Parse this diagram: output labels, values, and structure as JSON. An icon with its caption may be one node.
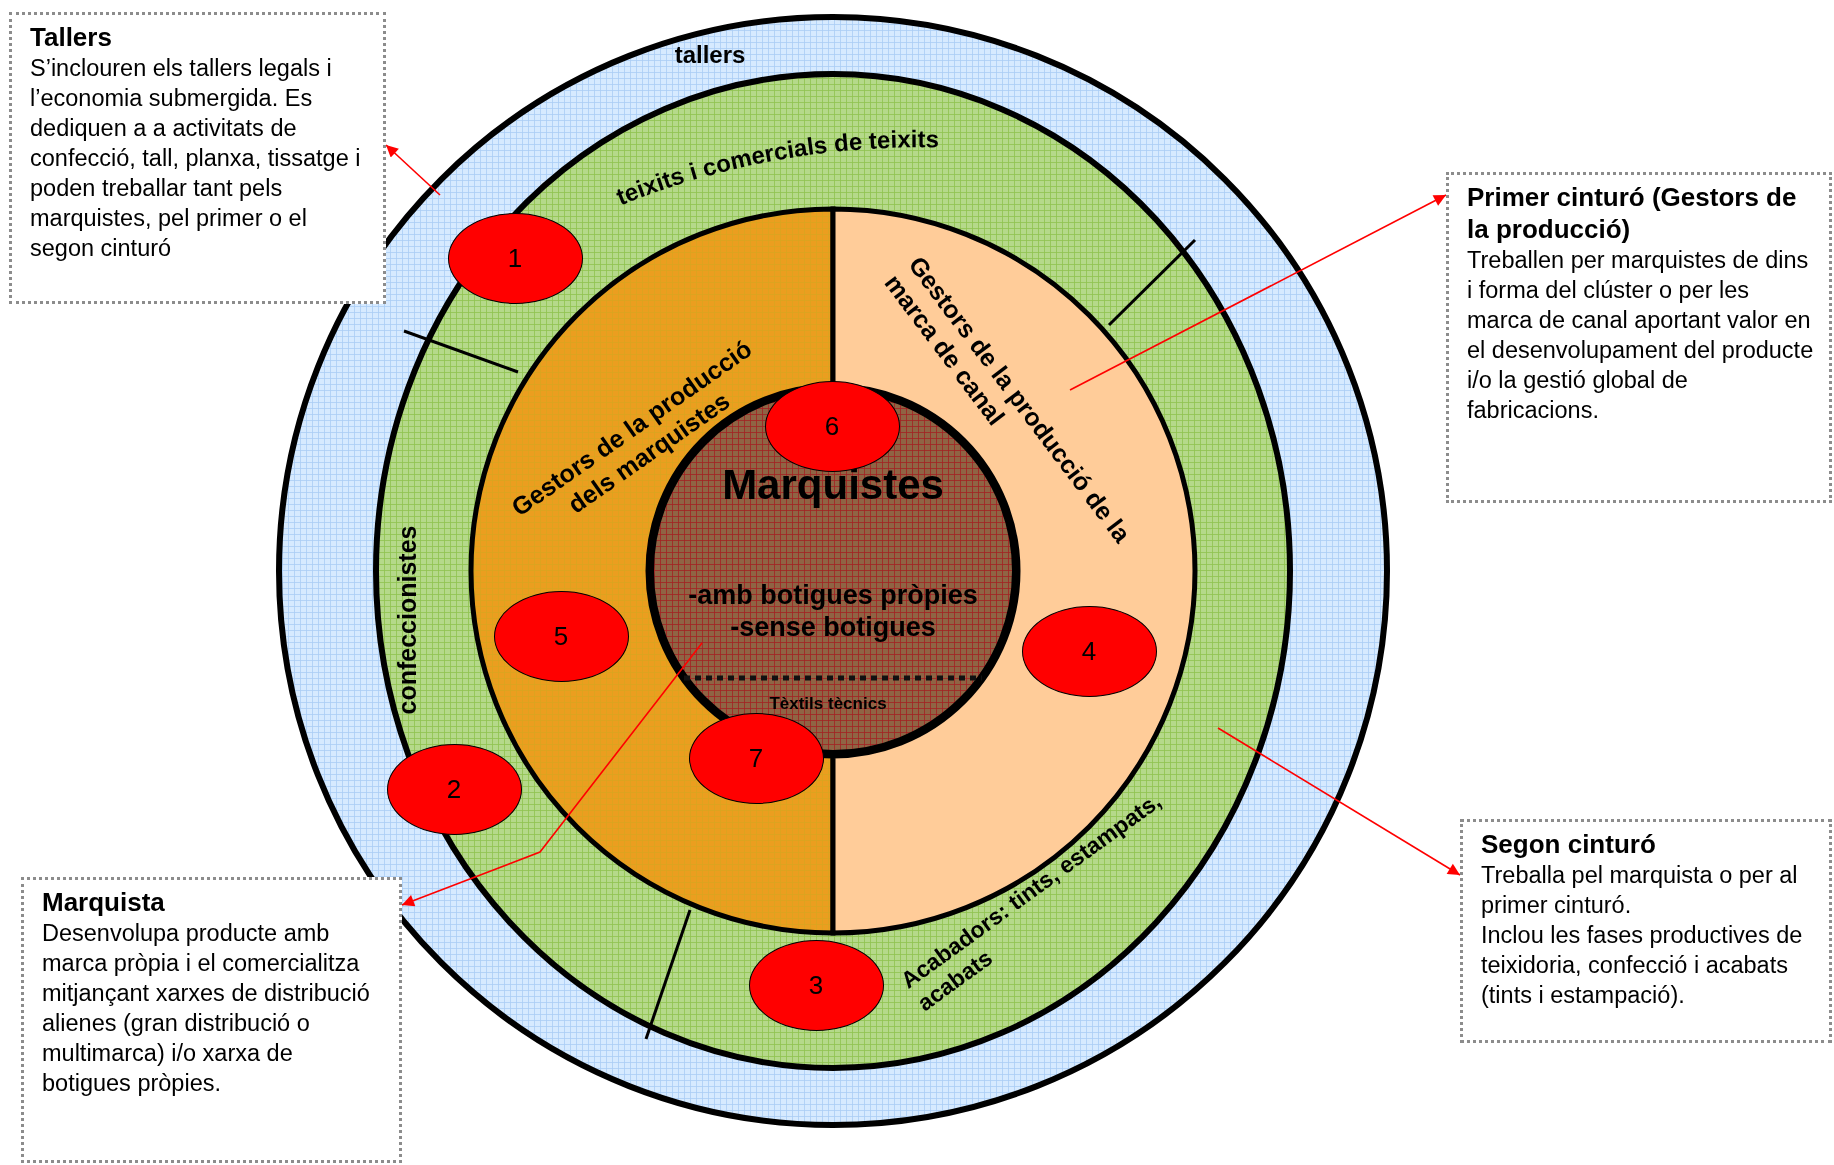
{
  "diagram": {
    "nodes": [
      {
        "text": [
          "tallers"
        ]
      },
      {
        "text": [
          "teixits i comercials de teixits",
          "confeccionistes",
          "Acabadors: tints, estampats, acabats"
        ],
        "in": 0
      },
      {
        "text": [
          "Gestors de la producció dels marquistes"
        ],
        "in": 1
      },
      {
        "text": [
          "Gestors de la producció de la marca de canal"
        ],
        "in": 1
      },
      {
        "text": [
          "Marquistes",
          "-amb botigues pròpies -sense botigues",
          "Tèxtils tècnics"
        ],
        "in": 1
      },
      {
        "text": [
          "1"
        ],
        "in": 1
      },
      {
        "text": [
          "2"
        ],
        "in": 1
      },
      {
        "text": [
          "3"
        ],
        "in": 1
      },
      {
        "text": [
          "4"
        ],
        "in": 3
      },
      {
        "text": [
          "5"
        ],
        "in": 2
      },
      {
        "text": [
          "6"
        ],
        "in": 1
      },
      {
        "text": [
          "7"
        ],
        "in": 2
      },
      {
        "text": [
          "Tallers",
          "S’inclouren els tallers legals i l’economia submergida. Es dediquen a a activitats de confecció, tall, planxa, tissatge i poden treballar tant pels marquistes, pel primer o el segon cinturó"
        ]
      },
      {
        "text": [
          "Primer cinturó (Gestors de la producció)",
          "Treballen per marquistes de dins i forma del clúster o per les marca de canal aportant valor en el desenvolupament del producte i/o la gestió global de fabricacions."
        ]
      },
      {
        "text": [
          "Marquista",
          "Desenvolupa producte amb marca pròpia i el comercialitza mitjançant xarxes de distribució alienes (gran distribució o multimarca) i/o xarxa de botigues pròpies."
        ]
      },
      {
        "text": [
          "Segon cinturó",
          "Treballa pel marquista o per al primer cinturó.",
          "Inclou les fases productives de teixidoria, confecció i acabats (tints i estampació)."
        ]
      }
    ],
    "edges": [
      {
        "from": 0,
        "to": 12,
        "arrow": "to"
      },
      {
        "from": 3,
        "to": 13,
        "arrow": "to"
      },
      {
        "from": 4,
        "to": 14,
        "arrow": "to"
      },
      {
        "from": 1,
        "to": 15,
        "arrow": "to"
      }
    ]
  }
}
